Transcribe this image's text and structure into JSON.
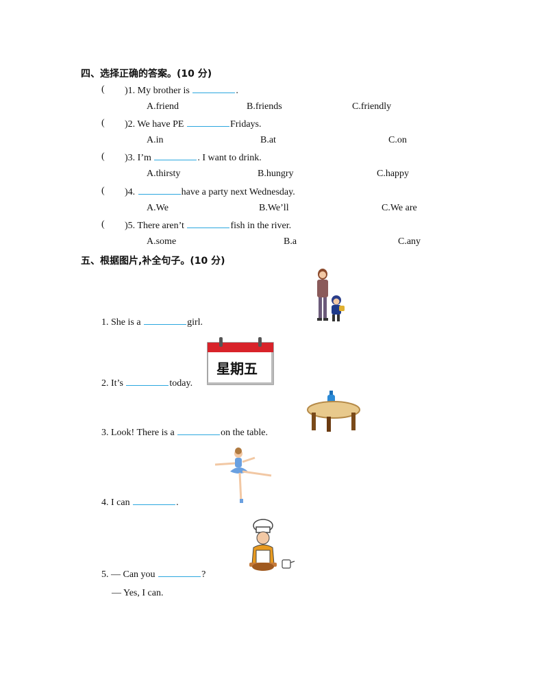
{
  "section4": {
    "heading": "四、选择正确的答案。(10 分)",
    "questions": [
      {
        "open_paren": "(",
        "num": ")1. My brother is",
        "after": ".",
        "options": [
          "A.friend",
          "B.friends",
          "C.friendly"
        ]
      },
      {
        "open_paren": "(",
        "num": ")2. We have PE",
        "after": "Fridays.",
        "options": [
          "A.in",
          "B.at",
          "C.on"
        ]
      },
      {
        "open_paren": "(",
        "num": ")3. I’m",
        "after": ". I want to drink.",
        "options": [
          "A.thirsty",
          "B.hungry",
          "C.happy"
        ]
      },
      {
        "open_paren": "(",
        "num": ")4.",
        "after": "have a party next Wednesday.",
        "options": [
          "A.We",
          "B.We’ll",
          "C.We are"
        ]
      },
      {
        "open_paren": "(",
        "num": ")5. There aren’t",
        "after": "fish in the river.",
        "options": [
          "A.some",
          "B.a",
          "C.any"
        ]
      }
    ]
  },
  "section5": {
    "heading": "五、根据图片,补全句子。(10 分)",
    "items": [
      {
        "before": "1. She is a",
        "after": "girl."
      },
      {
        "before": "2. It’s",
        "after": "today."
      },
      {
        "before": "3. Look! There is a",
        "after": "on the table."
      },
      {
        "before": "4. I can",
        "after": "."
      },
      {
        "before": "5. — Can you",
        "after": "?"
      }
    ],
    "reply": "— Yes, I can.",
    "calendar_text": "星期五"
  },
  "colors": {
    "blank_line": "#2aa6df",
    "calendar_red": "#d8232a"
  }
}
